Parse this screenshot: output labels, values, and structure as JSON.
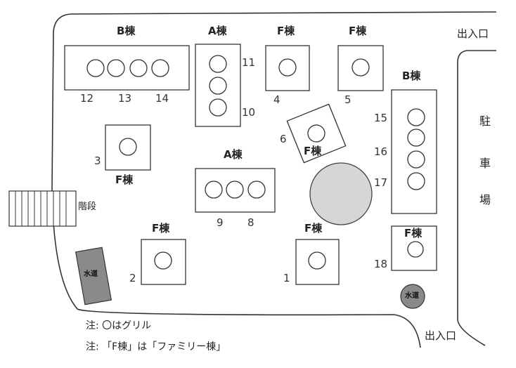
{
  "buildings": {
    "b_top": "B棟",
    "a_top": "A棟",
    "f_top1": "F棟",
    "f_top2": "F棟",
    "b_right": "B棟",
    "f_left": "F棟",
    "f_rot": "F棟",
    "a_mid": "A棟",
    "f_bot_left": "F棟",
    "f_bot_mid": "F棟",
    "f_bot_right": "F棟"
  },
  "grill_numbers": {
    "n1": "1",
    "n2": "2",
    "n3": "3",
    "n4": "4",
    "n5": "5",
    "n6": "6",
    "n8": "8",
    "n9": "9",
    "n10": "10",
    "n11": "11",
    "n12": "12",
    "n13": "13",
    "n14": "14",
    "n15": "15",
    "n16": "16",
    "n17": "17",
    "n18": "18"
  },
  "labels": {
    "entrance_top": "出入口",
    "entrance_bottom": "出入口",
    "stairs": "階段",
    "water_left": "水道",
    "water_right": "水道",
    "parking": [
      "駐",
      "車",
      "場"
    ]
  },
  "notes": {
    "note1": "注:  〇はグリル",
    "note2": "注: 「F棟」は「ファミリー棟」"
  }
}
